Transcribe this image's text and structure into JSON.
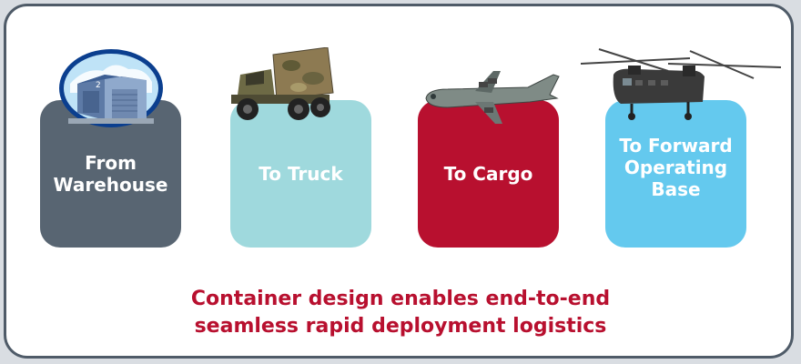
{
  "colors": {
    "frame_border": "#4f5b68",
    "warehouse_card": "#586572",
    "truck_card": "#9fd9dd",
    "cargo_card": "#b8102f",
    "fob_card": "#64c9ee",
    "caption_text": "#b8102f"
  },
  "steps": [
    {
      "label": "From Warehouse",
      "icon": "warehouse-icon"
    },
    {
      "label": "To Truck",
      "icon": "military-truck-icon"
    },
    {
      "label": "To Cargo",
      "icon": "cargo-plane-icon"
    },
    {
      "label": "To Forward Operating Base",
      "icon": "helicopter-icon"
    }
  ],
  "caption": {
    "line1": "Container design enables end-to-end",
    "line2": "seamless rapid deployment logistics"
  }
}
